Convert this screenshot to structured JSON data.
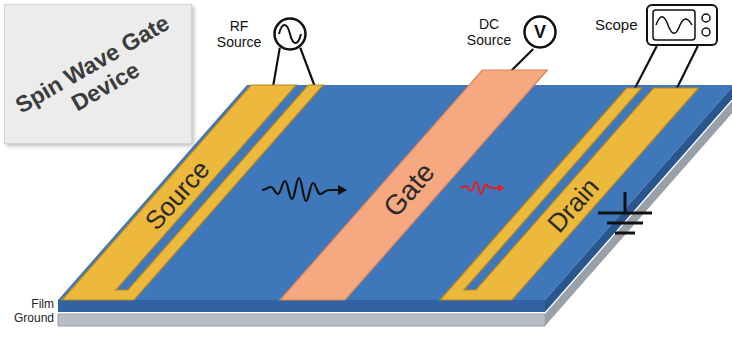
{
  "diagram": {
    "nodes": [
      {
        "text": [
          "Spin Wave Gate Device"
        ]
      },
      {
        "text": [
          "RF Source"
        ]
      },
      {
        "text": [
          "DC Source",
          "V"
        ]
      },
      {
        "text": [
          "Scope"
        ]
      },
      {
        "text": [
          "Source"
        ]
      },
      {
        "text": [
          "Gate"
        ]
      },
      {
        "text": [
          "Drain"
        ]
      }
    ],
    "edges": [
      {
        "from": 1,
        "to": 4,
        "arrow": "none"
      },
      {
        "from": 2,
        "to": 5,
        "arrow": "none"
      },
      {
        "from": 3,
        "to": 6,
        "arrow": "none"
      }
    ],
    "labels": [
      "Film",
      "Ground"
    ]
  }
}
